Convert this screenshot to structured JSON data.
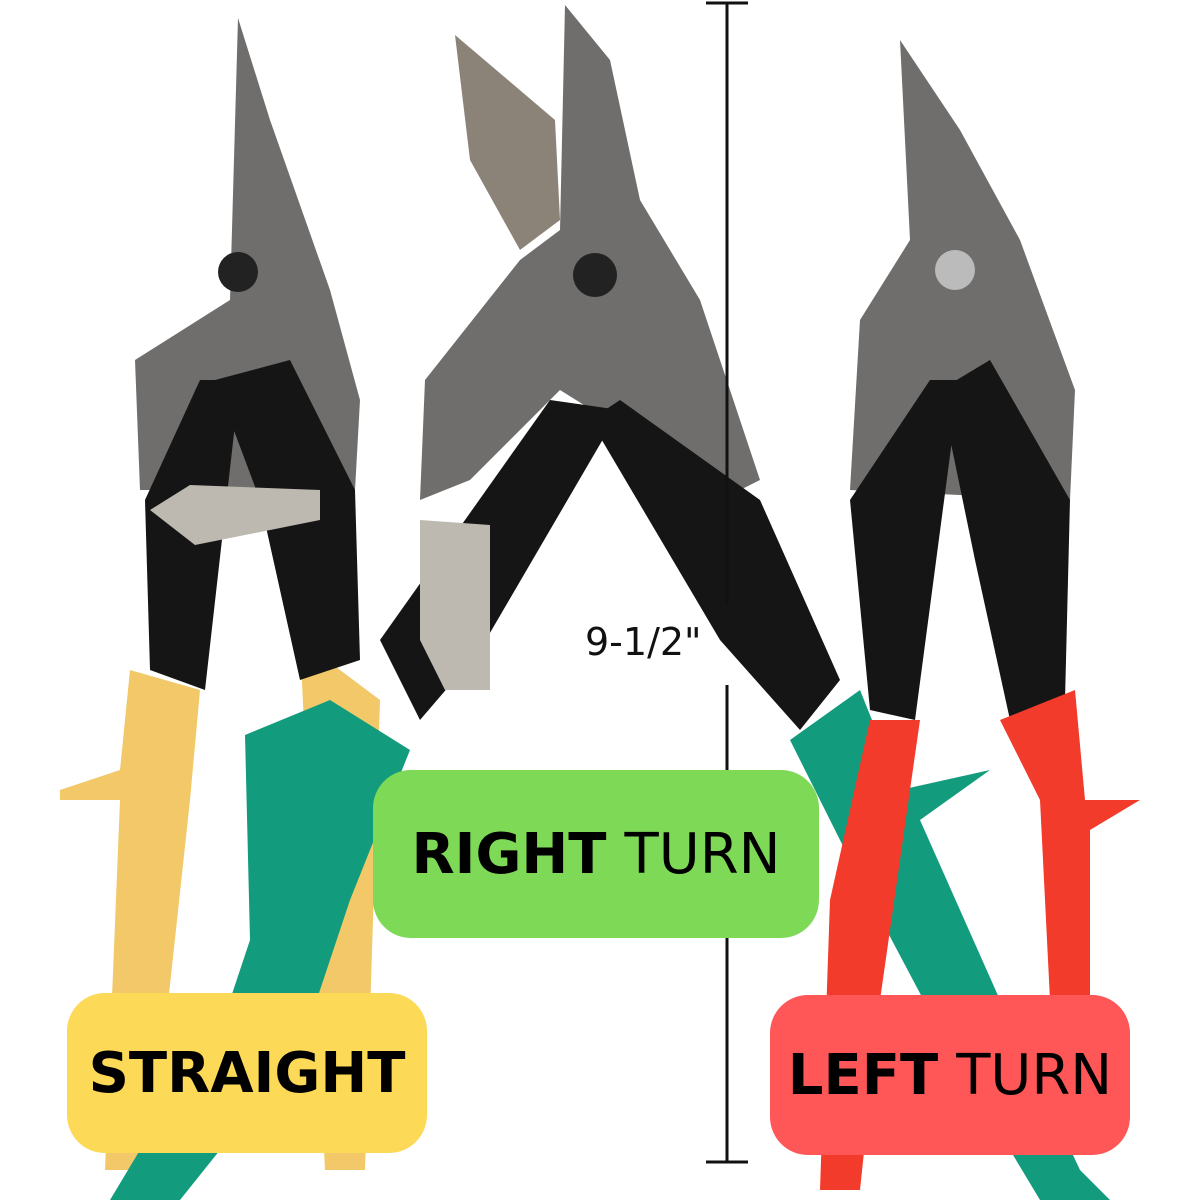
{
  "labels": {
    "straight": {
      "bold": "STRAIGHT",
      "color": "#fcd956"
    },
    "right_turn": {
      "bold": "RIGHT",
      "rest": "TURN",
      "color": "#7ed957"
    },
    "left_turn": {
      "bold": "LEFT",
      "rest": "TURN",
      "color": "#ff5757"
    }
  },
  "measurement": {
    "text": "9-1/2\""
  },
  "colors": {
    "blade": "#6f6e6c",
    "handle_black": "#151515",
    "yellow_grip": "#f2c869",
    "green_grip": "#129c7d",
    "red_grip": "#f23b2a"
  }
}
